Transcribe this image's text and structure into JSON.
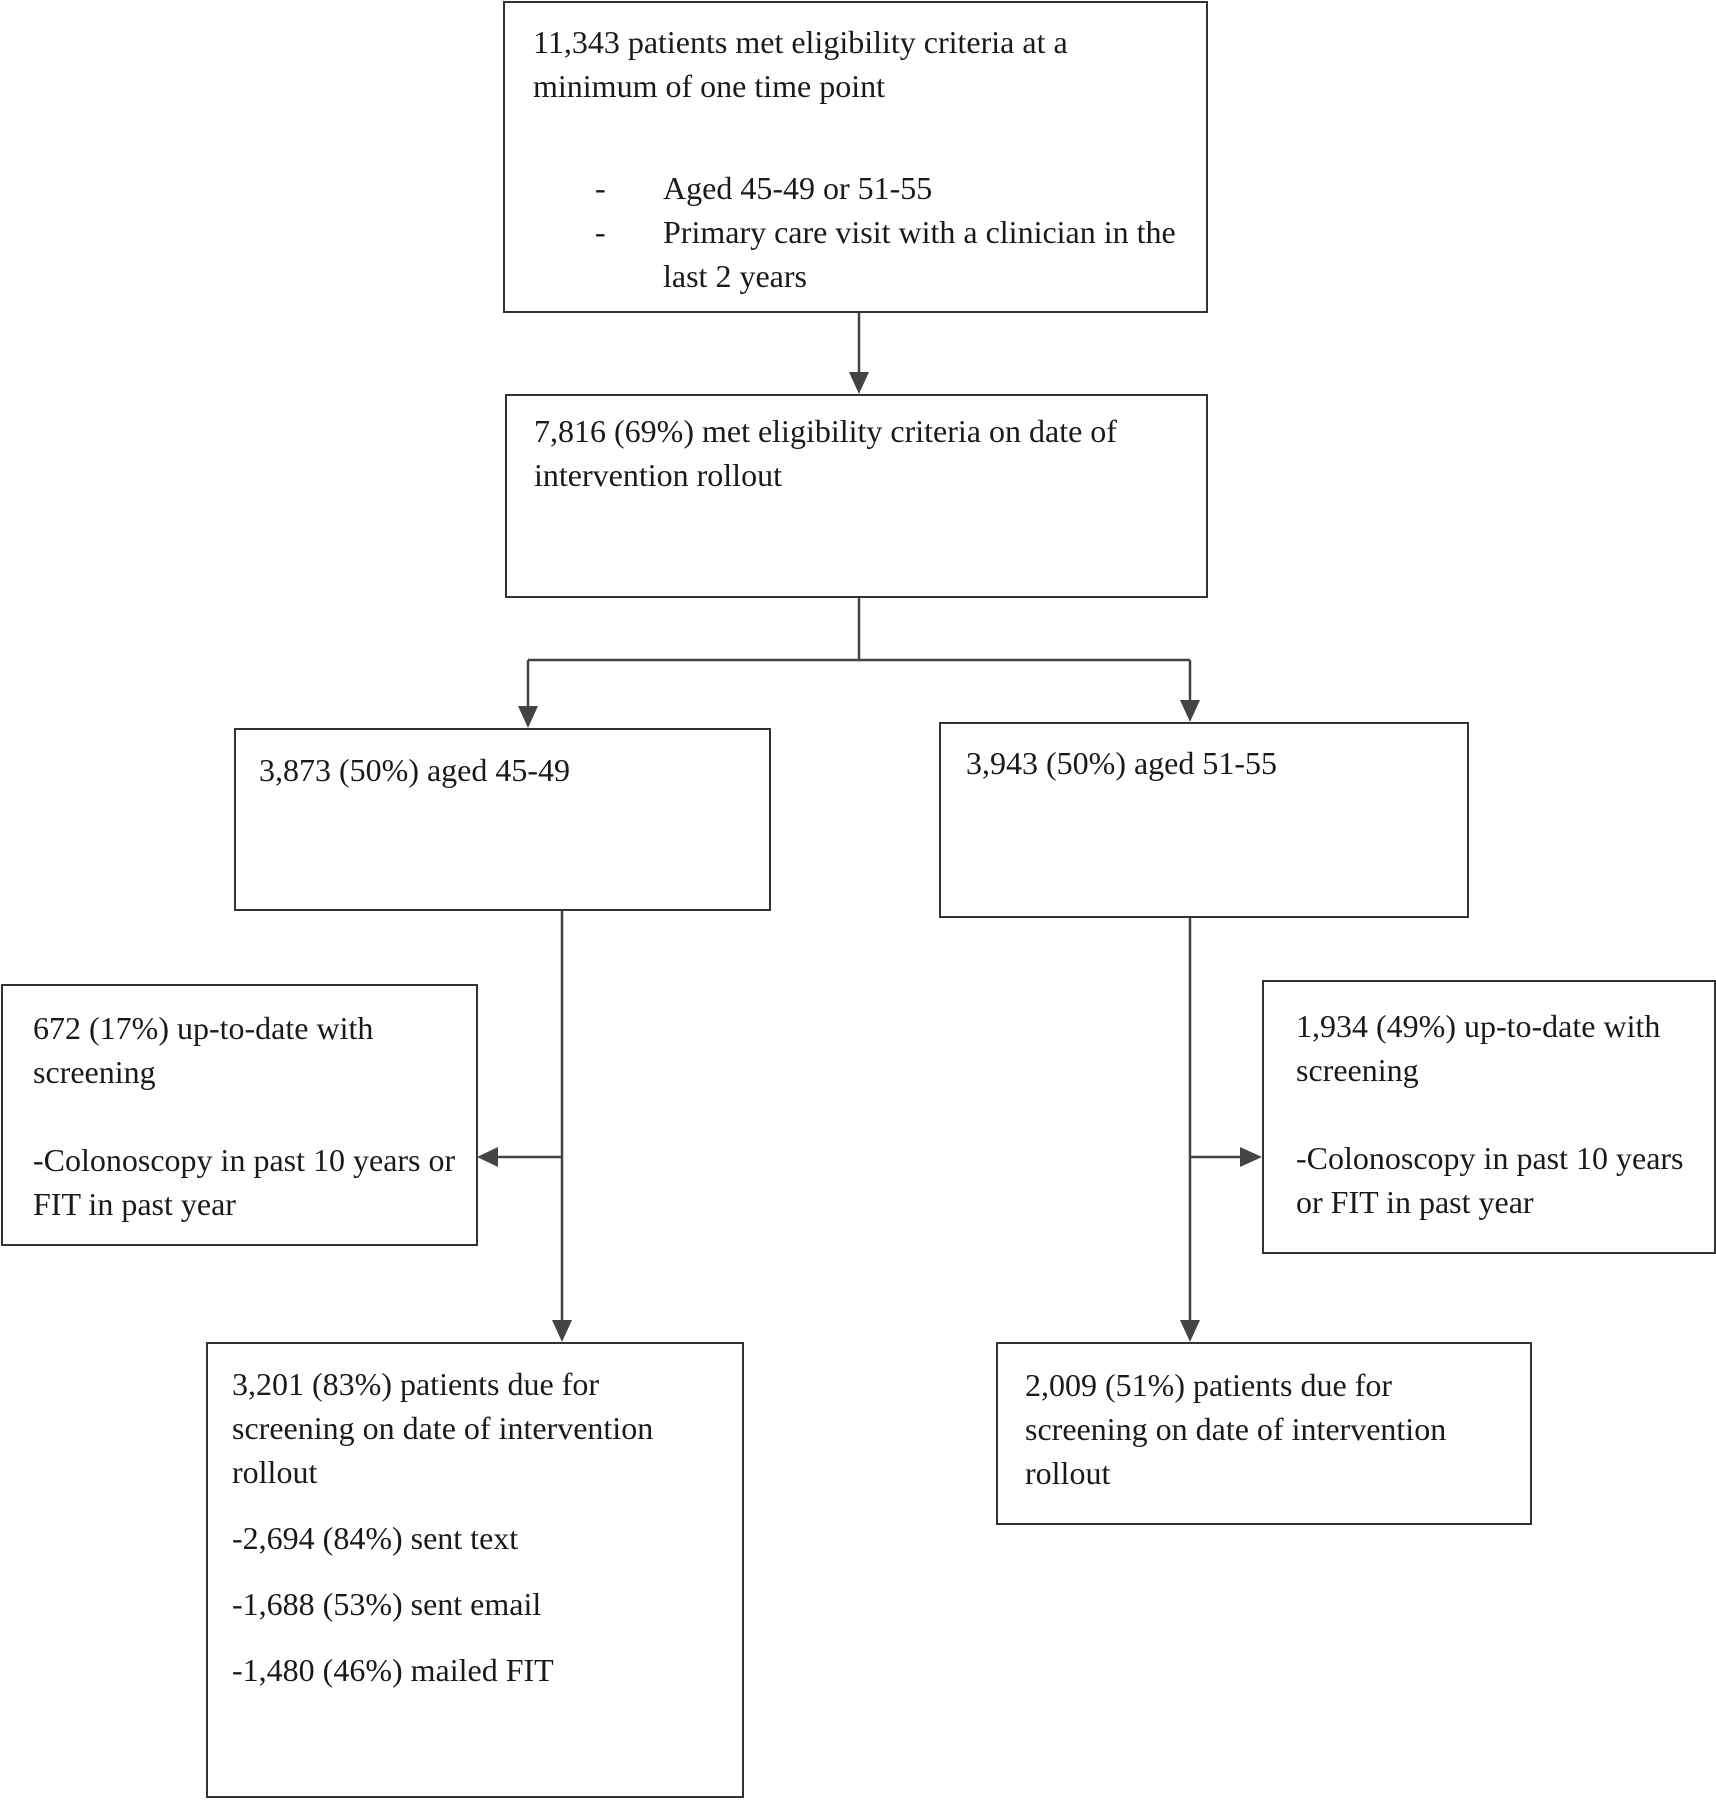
{
  "flowchart": {
    "eligible_total": {
      "text": "11,343 patients met eligibility criteria at a minimum of one time point",
      "criteria": [
        "Aged 45-49 or 51-55",
        "Primary care visit with a clinician in the last 2 years"
      ]
    },
    "eligible_rollout": {
      "text": "7,816 (69%) met eligibility criteria on date of intervention rollout"
    },
    "aged_45_49": {
      "text": "3,873 (50%) aged 45-49"
    },
    "aged_51_55": {
      "text": "3,943 (50%) aged 51-55"
    },
    "uptodate_45_49": {
      "text": "672 (17%) up-to-date with screening",
      "detail": "-Colonoscopy in past 10 years or FIT in past year"
    },
    "uptodate_51_55": {
      "text": "1,934 (49%) up-to-date with screening",
      "detail": "-Colonoscopy in past 10 years or FIT in past year"
    },
    "due_45_49": {
      "text": "3,201 (83%) patients due for screening on date of intervention rollout",
      "interventions": [
        "-2,694 (84%) sent text",
        "-1,688 (53%) sent email",
        "-1,480 (46%) mailed FIT"
      ]
    },
    "due_51_55": {
      "text": "2,009 (51%) patients due for screening on date of intervention rollout"
    }
  }
}
